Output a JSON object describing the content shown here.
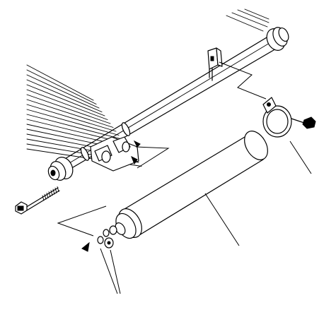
{
  "diagram": {
    "kind": "exploded parts illustration",
    "line_color": "#000000",
    "background_color": "#ffffff",
    "parts": [
      {
        "name": "radiator-core-fins"
      },
      {
        "name": "upper-tank-tube"
      },
      {
        "name": "mounting-bracket"
      },
      {
        "name": "clamp-bracket"
      },
      {
        "name": "retaining-bolt"
      },
      {
        "name": "long-bolt"
      },
      {
        "name": "lower-bracket-assembly"
      },
      {
        "name": "cylindrical-tank"
      },
      {
        "name": "fitting-nuts"
      }
    ],
    "labels": []
  }
}
